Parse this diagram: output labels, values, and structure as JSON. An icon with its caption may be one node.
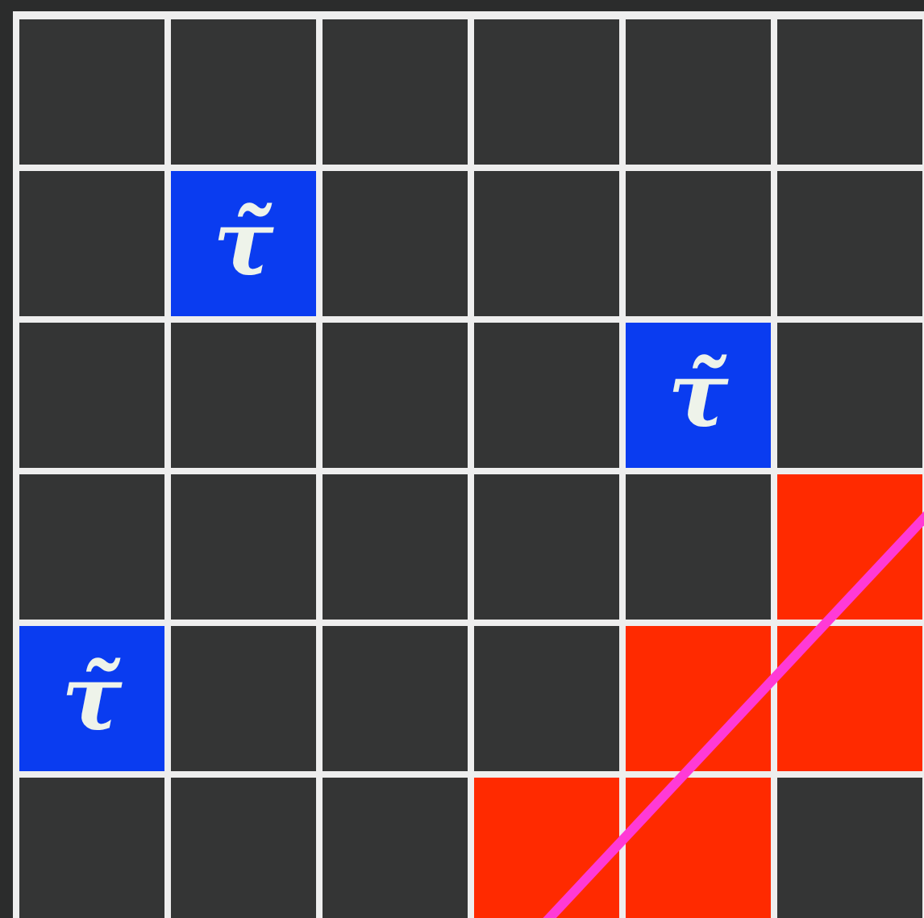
{
  "diagram": {
    "nodes": [
      {
        "text": [
          "τ̃"
        ]
      },
      {
        "text": [
          "τ̃"
        ]
      },
      {
        "text": [],
        "shape": "box"
      },
      {
        "text": [
          "τ̃"
        ]
      },
      {
        "text": [],
        "shape": "box"
      },
      {
        "text": [],
        "shape": "box"
      },
      {
        "text": [],
        "shape": "box"
      },
      {
        "text": [],
        "shape": "box"
      }
    ]
  }
}
